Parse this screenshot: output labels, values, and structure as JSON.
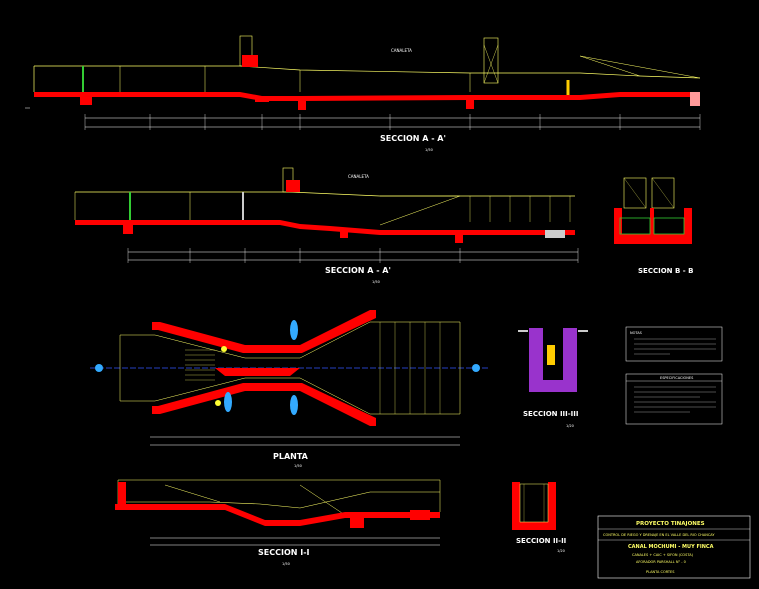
{
  "sections": {
    "aa1": {
      "title": "SECCION A - A'",
      "scale": "1/50",
      "label_top": "CANALETA"
    },
    "aa2": {
      "title": "SECCION A - A'",
      "scale": "1/50",
      "label_top": "CANALETA"
    },
    "bb": {
      "title": "SECCION B - B"
    },
    "planta": {
      "title": "PLANTA",
      "scale": "1/50"
    },
    "iii": {
      "title": "SECCION III-III",
      "scale": "1/20"
    },
    "ii": {
      "title": "SECCION II-II",
      "scale": "1/20"
    },
    "i": {
      "title": "SECCION I-I",
      "scale": "1/50"
    }
  },
  "notes": {
    "title": "NOTAS"
  },
  "specs": {
    "title": "ESPECIFICACIONES"
  },
  "title_block": {
    "project": "PROYECTO TINAJONES",
    "subtitle": "CONTROL DE RIEGO Y DRENAJE EN EL VALLE DEL RIO CHANCAY",
    "line1": "CANAL MOCHUMI - MUY FINCA",
    "line2": "CANALES + CAIC + SIFON (COSTA)",
    "line3": "AFORADOR PARSHALL N° - 0",
    "line4": "PLANTA        CORTES"
  },
  "colors": {
    "concrete": "#ff0000",
    "lines": "#ffff66",
    "dims": "#ffffff",
    "axis": "#3355ff",
    "water": "#33aaff",
    "section_fill": "#9933cc"
  }
}
